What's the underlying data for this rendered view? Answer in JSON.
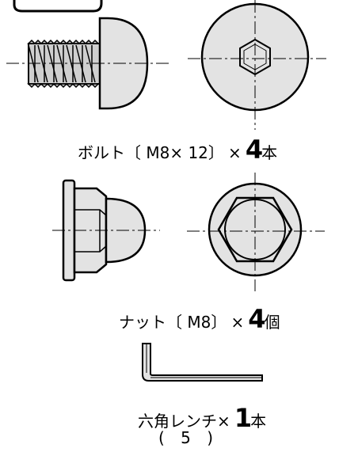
{
  "parts": {
    "bolt": {
      "name": "ボルト",
      "spec": "〔 M8× 12〕",
      "times": "×",
      "qty": "4",
      "counter": "本"
    },
    "nut": {
      "name": "ナット",
      "spec": "〔 M8〕",
      "times": "×",
      "qty": "4",
      "counter": "個"
    },
    "wrench": {
      "name": "六角レンチ",
      "size": "( 5 )",
      "times": "×",
      "qty": "1",
      "counter": "本"
    }
  },
  "colors": {
    "line": "#000000",
    "metal_fill": "#e3e3e3",
    "thread_fill": "#cfcfcf"
  }
}
